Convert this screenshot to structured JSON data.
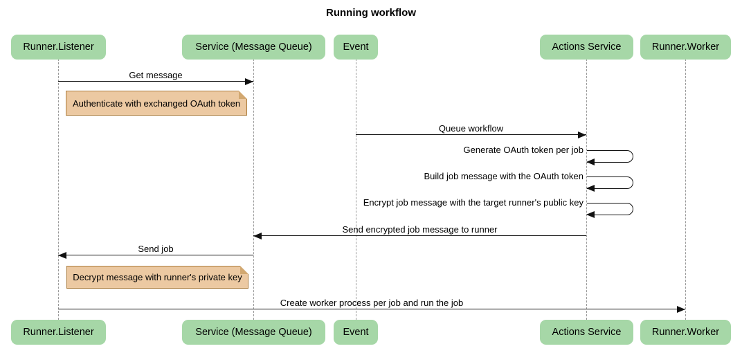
{
  "title": "Running workflow",
  "colors": {
    "actor_fill": "#a6d7a7",
    "note_fill": "#ecc9a2",
    "note_border": "#aa7b3c",
    "line": "#111111",
    "lifeline": "#999999",
    "background": "#ffffff",
    "text": "#000000"
  },
  "actors": [
    {
      "label": "Runner.Listener"
    },
    {
      "label": "Service (Message Queue)"
    },
    {
      "label": "Event"
    },
    {
      "label": "Actions Service"
    },
    {
      "label": "Runner.Worker"
    }
  ],
  "messages": [
    {
      "label": "Get message",
      "from": "Runner.Listener",
      "to": "Service (Message Queue)",
      "type": "arrow"
    },
    {
      "label": "Queue workflow",
      "from": "Event",
      "to": "Actions Service",
      "type": "arrow"
    },
    {
      "label": "Generate OAuth token per job",
      "from": "Actions Service",
      "to": "Actions Service",
      "type": "self-loop"
    },
    {
      "label": "Build job message with the OAuth token",
      "from": "Actions Service",
      "to": "Actions Service",
      "type": "self-loop"
    },
    {
      "label": "Encrypt job message with the target runner's public key",
      "from": "Actions Service",
      "to": "Actions Service",
      "type": "self-loop"
    },
    {
      "label": "Send encrypted job message to runner",
      "from": "Actions Service",
      "to": "Service (Message Queue)",
      "type": "arrow"
    },
    {
      "label": "Send job",
      "from": "Service (Message Queue)",
      "to": "Runner.Listener",
      "type": "arrow"
    },
    {
      "label": "Create worker process per job and run the job",
      "from": "Runner.Listener",
      "to": "Runner.Worker",
      "type": "arrow"
    }
  ],
  "notes": [
    {
      "label": "Authenticate with exchanged OAuth token",
      "over": "Runner.Listener"
    },
    {
      "label": "Decrypt message with runner's private key",
      "over": "Runner.Listener"
    }
  ]
}
